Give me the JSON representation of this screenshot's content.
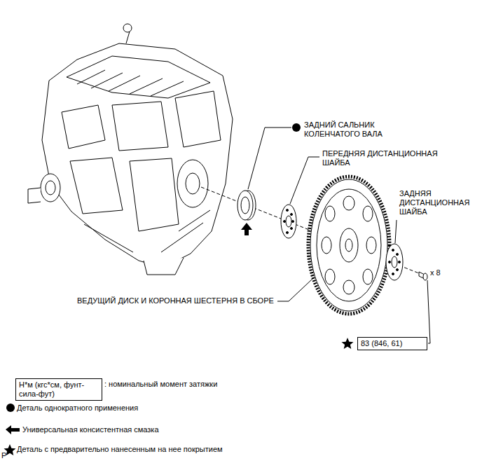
{
  "diagram": {
    "nodes": [
      {
        "text": [
          "83 (846, 61)"
        ]
      },
      {
        "text": [
          "Н*м (кгс*см, фунт-сила-фут)"
        ]
      }
    ],
    "labels": [
      "ЗАДНИЙ САЛЬНИК КОЛЕНЧАТОГО ВАЛА",
      "ПЕРЕДНЯЯ ДИСТАНЦИОННАЯ ШАЙБА",
      "ЗАДНЯЯ ДИСТАНЦИОННАЯ ШАЙБА",
      "x 8",
      "ВЕДУЩИЙ ДИСК И КОРОННАЯ ШЕСТЕРНЯ В СБОРЕ",
      "P"
    ],
    "legend": [
      {
        "text": ": номинальный момент затяжки"
      },
      {
        "text": "Деталь однократного применения"
      },
      {
        "text": "Универсальная консистентная смазка"
      },
      {
        "text": "Деталь с предварительно нанесенным на нее покрытием"
      }
    ]
  }
}
